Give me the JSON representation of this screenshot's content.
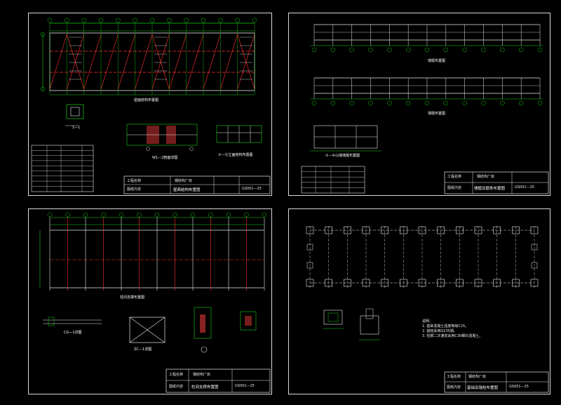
{
  "drawing_set": {
    "sheets": [
      {
        "id": "roof-bracing-plan",
        "caption": "屋面结构布置图",
        "section_label": "1—1",
        "detail_caption": "W1—2剖面详图",
        "elevation_caption": "①—⑫立面结构布置图",
        "title_block": {
          "project_label": "工程名称",
          "project_name": "钢结构厂房",
          "drawing_label": "图纸内容",
          "drawing_name": "屋面结构布置图",
          "code": "GS001—25"
        }
      },
      {
        "id": "wall-framing",
        "caption_1": "墙檩布置图",
        "caption_2": "墙檩布置图",
        "caption_3": "①—④山墙墙檩布置图",
        "title_block": {
          "project_label": "工程名称",
          "project_name": "钢结构厂房",
          "drawing_label": "图纸内容",
          "drawing_name": "墙檩及檩条布置图",
          "code": "GS001—25"
        }
      },
      {
        "id": "column-bracing",
        "caption": "柱间支撑布置图",
        "detail_1": "CG—1详图",
        "detail_2": "ZC—1详图",
        "title_block": {
          "project_label": "工程名称",
          "project_name": "钢结构厂房",
          "drawing_label": "图纸内容",
          "drawing_name": "柱间支撑布置图",
          "code": "GS001—25"
        }
      },
      {
        "id": "foundation-plan",
        "notes": [
          "说明：",
          "1. 基础混凝土强度等级C25。",
          "2. 锚栓采用Q235钢。",
          "3. 柱脚二次灌浆采用C30细石混凝土。"
        ],
        "title_block": {
          "project_label": "工程名称",
          "project_name": "钢结构厂房",
          "drawing_label": "图纸内容",
          "drawing_name": "基础及锚栓布置图",
          "code": "GS001—25"
        }
      }
    ]
  }
}
